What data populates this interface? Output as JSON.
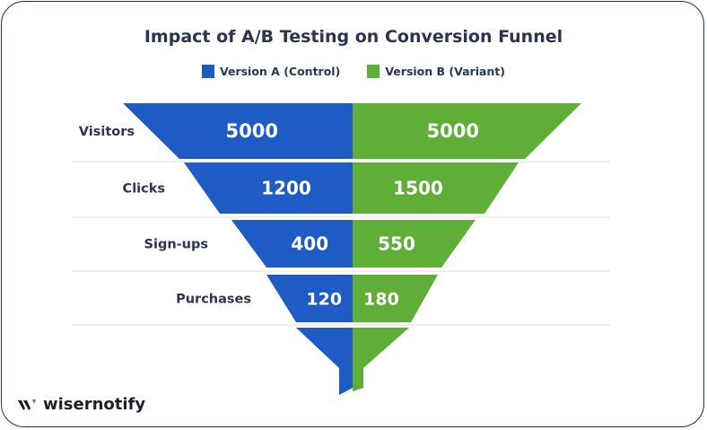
{
  "chart_data": {
    "type": "funnel",
    "title": "Impact of A/B Testing on Conversion Funnel",
    "categories": [
      "Visitors",
      "Clicks",
      "Sign-ups",
      "Purchases"
    ],
    "series": [
      {
        "name": "Version A (Control)",
        "color": "#1f5bc4",
        "values": [
          5000,
          1200,
          400,
          120
        ]
      },
      {
        "name": "Version B (Variant)",
        "color": "#5fae38",
        "values": [
          5000,
          1500,
          550,
          180
        ]
      }
    ],
    "legend": "top-center"
  },
  "brand": {
    "name": "wisernotify"
  }
}
